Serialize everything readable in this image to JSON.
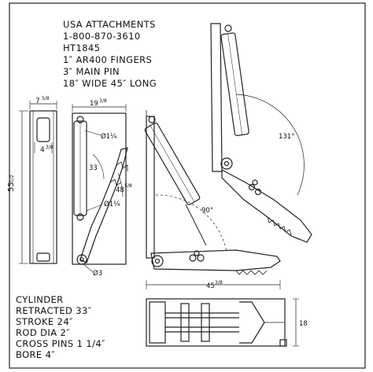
{
  "specs": {
    "company": "USA ATTACHMENTS",
    "phone": "1-800-870-3610",
    "model": "HT1845",
    "fingers": "1″ AR400 FINGERS",
    "main_pin": "3″ MAIN PIN",
    "size": "18″ WIDE 45″ LONG"
  },
  "cylinder": {
    "heading": "CYLINDER",
    "retracted": "RETRACTED 33″",
    "stroke": "STROKE 24″",
    "rod": "ROD DIA 2″",
    "cross_pins": "CROSS PINS 1 1/4″",
    "bore": "BORE 4″"
  },
  "dims": {
    "top_width": "7",
    "top_width_frac": "5/8",
    "mount_width": "19",
    "mount_width_frac": "3/8",
    "height": "55",
    "height_frac": "1/2",
    "bracket": "4",
    "bracket_frac": "3/8",
    "pin_upper": "Ø1¼",
    "pin_lower": "Ø1¼",
    "cyl_len": "33",
    "arm_len": "48",
    "arm_len_frac": "5/8",
    "main_pin": "Ø3",
    "total_len": "45",
    "total_len_frac": "3/8",
    "depth": "18",
    "angle_90": "90°",
    "angle_131": "131°"
  }
}
